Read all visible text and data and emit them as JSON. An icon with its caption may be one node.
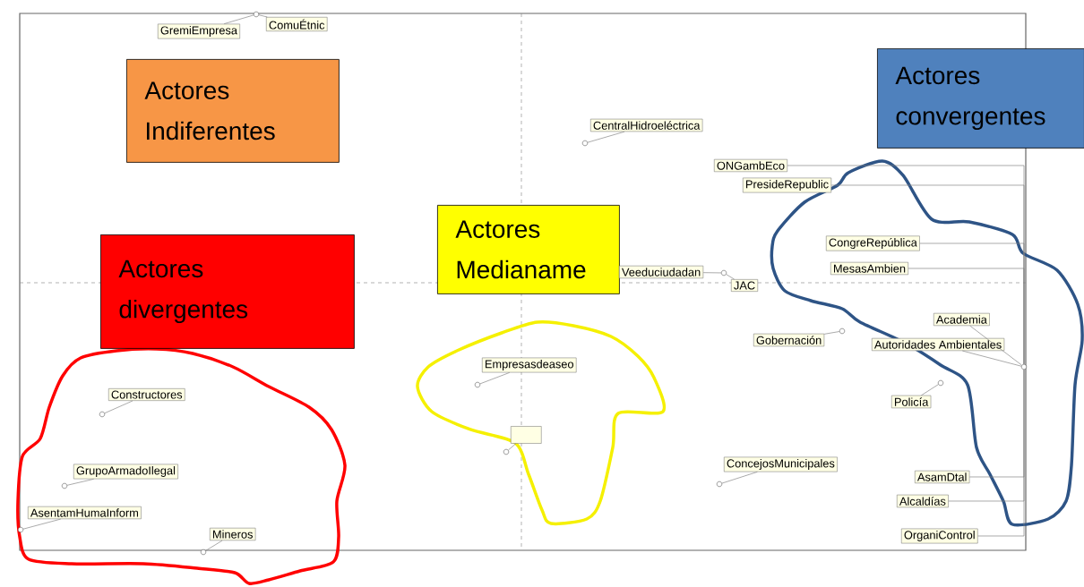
{
  "diagram": {
    "nodes": [
      {
        "text": [
          "ComuÉtnic"
        ]
      },
      {
        "text": [
          "GremiEmpresa"
        ]
      },
      {
        "text": [
          "Actores convergentes"
        ]
      },
      {
        "text": [
          "Actores Indiferentes"
        ]
      },
      {
        "text": [
          "CentralHidroeléctrica"
        ]
      },
      {
        "text": [
          "ONGambEco"
        ]
      },
      {
        "text": [
          "PresideRepublic"
        ]
      },
      {
        "text": [
          "Actores Medianame"
        ]
      },
      {
        "text": [
          "Actores divergentes"
        ]
      },
      {
        "text": [
          "CongreRepública"
        ]
      },
      {
        "text": [
          "MesasAmbien"
        ]
      },
      {
        "text": [
          "Veeduciudadan"
        ]
      },
      {
        "text": [
          "JAC"
        ]
      },
      {
        "text": [
          "Academia"
        ]
      },
      {
        "text": [
          "Gobernación"
        ]
      },
      {
        "text": [
          "Autoridades Ambientales"
        ]
      },
      {
        "text": [
          "Empresasdeaseo"
        ]
      },
      {
        "text": [
          "Constructores"
        ]
      },
      {
        "text": [
          "Policía"
        ]
      },
      {
        "text": [],
        "shape": "box"
      },
      {
        "text": [
          "ConcejosMunicipales"
        ]
      },
      {
        "text": [
          "GrupoArmadoIlegal"
        ]
      },
      {
        "text": [
          "AsamDtal"
        ]
      },
      {
        "text": [
          "Alcaldías"
        ]
      },
      {
        "text": [
          "AsentamHumaInform"
        ]
      },
      {
        "text": [
          "Mineros"
        ]
      },
      {
        "text": [
          "OrganiControl"
        ]
      },
      {
        "text": [],
        "shape": "circle"
      },
      {
        "text": [],
        "shape": "circle"
      },
      {
        "text": [],
        "shape": "circle"
      },
      {
        "text": [],
        "shape": "circle"
      },
      {
        "text": [],
        "shape": "circle"
      },
      {
        "text": [],
        "shape": "circle"
      },
      {
        "text": [],
        "shape": "circle"
      },
      {
        "text": [],
        "shape": "circle"
      },
      {
        "text": [],
        "shape": "circle"
      },
      {
        "text": [],
        "shape": "circle"
      },
      {
        "text": [],
        "shape": "circle"
      },
      {
        "text": [],
        "shape": "circle"
      },
      {
        "text": [],
        "shape": "circle"
      }
    ],
    "edges": [
      {
        "from": 0,
        "to": 31,
        "arrow": "none"
      },
      {
        "from": 1,
        "to": 31,
        "arrow": "none"
      },
      {
        "from": 4,
        "to": 34,
        "arrow": "none"
      },
      {
        "from": 5,
        "to": 39,
        "arrow": "none"
      },
      {
        "from": 6,
        "to": 39,
        "arrow": "none"
      },
      {
        "from": 9,
        "to": 39,
        "arrow": "none"
      },
      {
        "from": 10,
        "to": 39,
        "arrow": "none"
      },
      {
        "from": 11,
        "to": 36,
        "arrow": "none"
      },
      {
        "from": 12,
        "to": 36,
        "arrow": "none"
      },
      {
        "from": 13,
        "to": 39,
        "arrow": "none"
      },
      {
        "from": 14,
        "to": 37,
        "arrow": "none"
      },
      {
        "from": 15,
        "to": 39,
        "arrow": "none"
      },
      {
        "from": 16,
        "to": 32,
        "arrow": "none"
      },
      {
        "from": 17,
        "to": 29,
        "arrow": "none"
      },
      {
        "from": 18,
        "to": 38,
        "arrow": "none"
      },
      {
        "from": 19,
        "to": 33,
        "arrow": "none"
      },
      {
        "from": 20,
        "to": 35,
        "arrow": "none"
      },
      {
        "from": 21,
        "to": 28,
        "arrow": "none"
      },
      {
        "from": 22,
        "to": 39,
        "arrow": "none"
      },
      {
        "from": 23,
        "to": 39,
        "arrow": "none"
      },
      {
        "from": 24,
        "to": 27,
        "arrow": "none"
      },
      {
        "from": 25,
        "to": 30,
        "arrow": "none"
      },
      {
        "from": 26,
        "to": 39,
        "arrow": "none"
      }
    ]
  }
}
